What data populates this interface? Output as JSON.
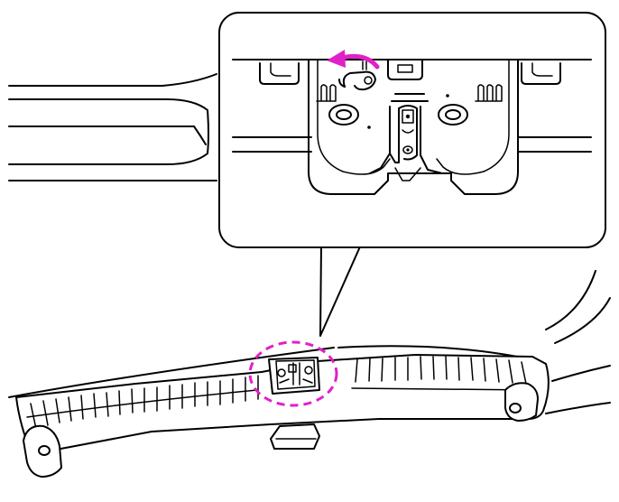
{
  "figure": {
    "colors": {
      "line": "#000000",
      "background": "#ffffff",
      "highlight": "#e020c8"
    },
    "detail_callout": {
      "subject": "trunk-lid-lock-assembly",
      "action_arrow": "counter-clockwise-rotation-arrow"
    },
    "focus_marker": "dashed-circle"
  }
}
